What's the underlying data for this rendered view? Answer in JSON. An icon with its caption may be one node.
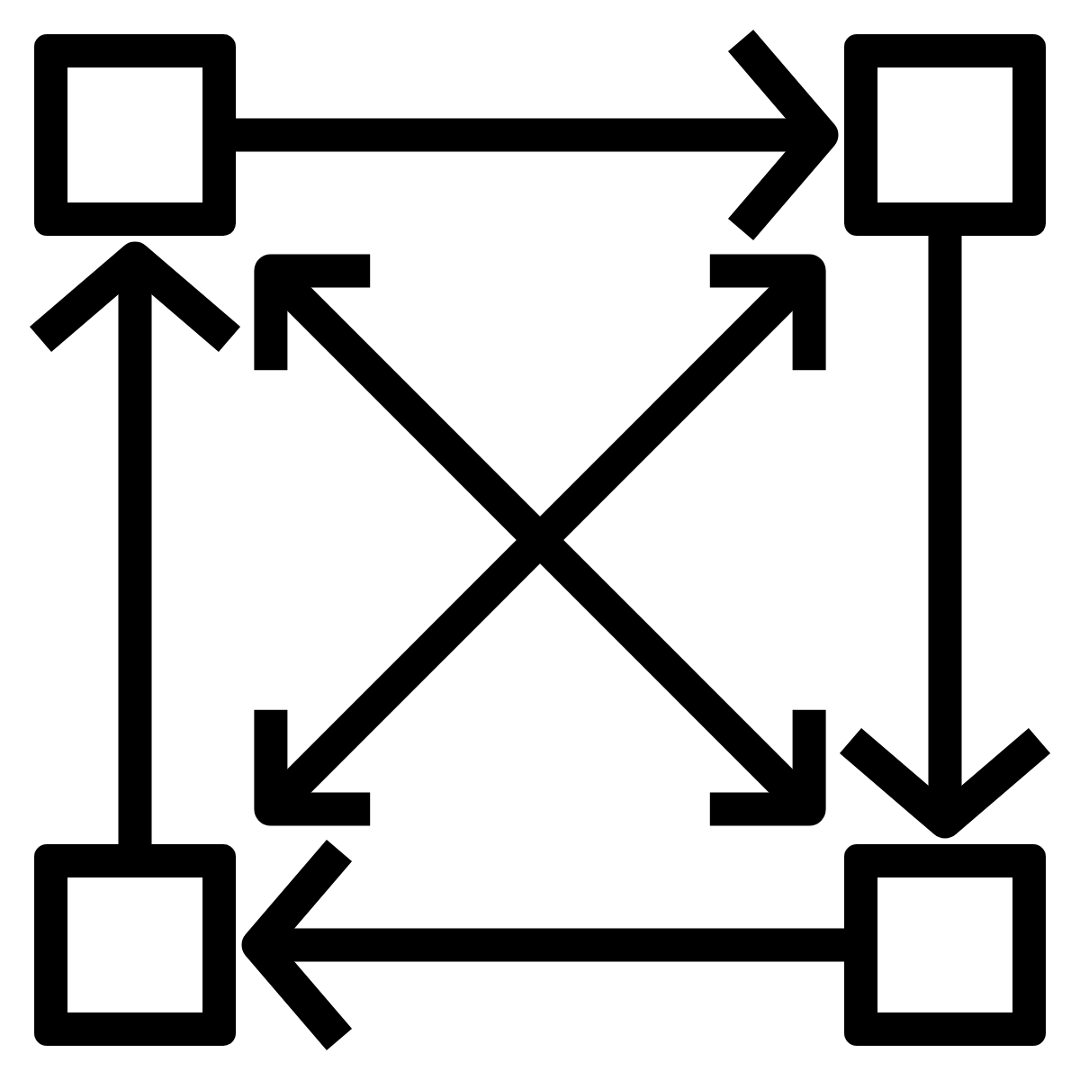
{
  "diagram": {
    "nodes": [
      {
        "text": [],
        "shape": "box"
      },
      {
        "text": [],
        "shape": "box"
      },
      {
        "text": [],
        "shape": "box"
      },
      {
        "text": [],
        "shape": "box"
      }
    ],
    "edges": [
      {
        "from": 0,
        "to": 1,
        "arrow": "to"
      },
      {
        "from": 1,
        "to": 3,
        "arrow": "to"
      },
      {
        "from": 3,
        "to": 2,
        "arrow": "to"
      },
      {
        "from": 2,
        "to": 0,
        "arrow": "to"
      },
      {
        "from": 0,
        "to": 3,
        "arrow": "both"
      },
      {
        "from": 1,
        "to": 2,
        "arrow": "both"
      }
    ]
  }
}
